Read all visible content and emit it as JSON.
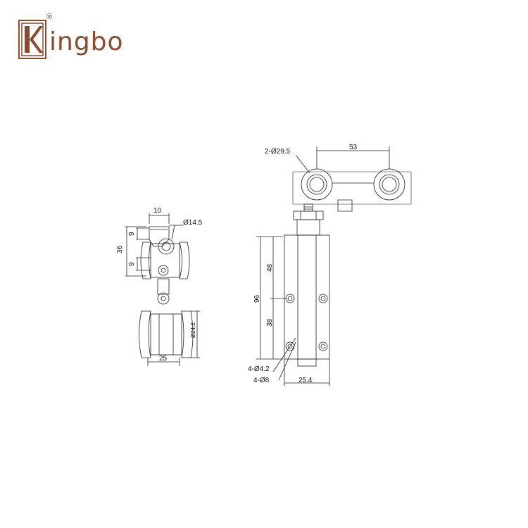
{
  "brand": {
    "name": "Kingbo",
    "word": "ingbo",
    "registered_mark": "®",
    "color": "#8b4a2b"
  },
  "side_view": {
    "dim_top_width": "10",
    "dim_roller_dia": "Ø14.5",
    "dim_height": "36",
    "dim_gap_upper": "9",
    "dim_gap_lower": "9",
    "dim_wheel_dia": "Ø24.2",
    "dim_bottom_width": "25"
  },
  "front_view": {
    "dim_wheel_dia": "2-Ø29.5",
    "dim_wheel_span": "53",
    "dim_total_height": "96",
    "dim_upper_height": "48",
    "dim_lower_height": "38",
    "dim_hole_small": "4-Ø4.2",
    "dim_hole_large": "4-Ø8",
    "dim_plate_width": "25.4"
  }
}
